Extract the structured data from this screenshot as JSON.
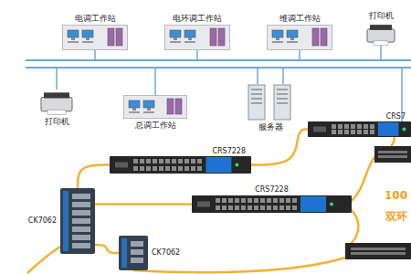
{
  "diagram": {
    "nodes": [
      {
        "text": [
          "电调工作站"
        ]
      },
      {
        "text": [
          "电环调工作站"
        ]
      },
      {
        "text": [
          "维调工作站"
        ]
      },
      {
        "text": [
          "打印机"
        ]
      },
      {
        "text": [
          "打印机"
        ]
      },
      {
        "text": [
          "总调工作站"
        ]
      },
      {
        "text": [
          "服务器"
        ]
      },
      {
        "text": [
          "CRS7"
        ]
      },
      {
        "text": [
          "CRS7228"
        ]
      },
      {
        "text": [
          "CRS7228"
        ]
      },
      {
        "text": [
          "CK7062"
        ]
      },
      {
        "text": [
          "CK7062"
        ]
      }
    ],
    "edges": [
      {
        "from": 8,
        "to": 10,
        "arrow": "none"
      },
      {
        "from": 10,
        "to": 9,
        "arrow": "none"
      },
      {
        "from": 10,
        "to": 11,
        "arrow": "none"
      },
      {
        "from": 8,
        "to": 7,
        "arrow": "none"
      }
    ],
    "labels": [
      "100",
      "双环"
    ]
  }
}
